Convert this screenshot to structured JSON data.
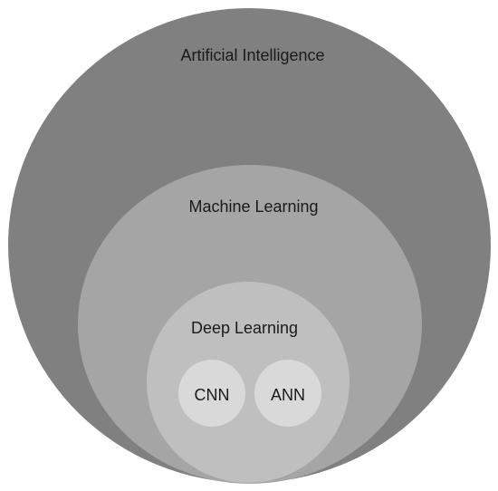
{
  "diagram": {
    "type": "nested-venn",
    "circles": [
      {
        "id": "ai",
        "label": "Artificial Intelligence",
        "fill": "#808080"
      },
      {
        "id": "ml",
        "label": "Machine Learning",
        "fill": "#a5a5a5"
      },
      {
        "id": "dl",
        "label": "Deep Learning",
        "fill": "#bfbfbf"
      },
      {
        "id": "cnn",
        "label": "CNN",
        "fill": "#d9d9d9"
      },
      {
        "id": "ann",
        "label": "ANN",
        "fill": "#d9d9d9"
      }
    ]
  }
}
